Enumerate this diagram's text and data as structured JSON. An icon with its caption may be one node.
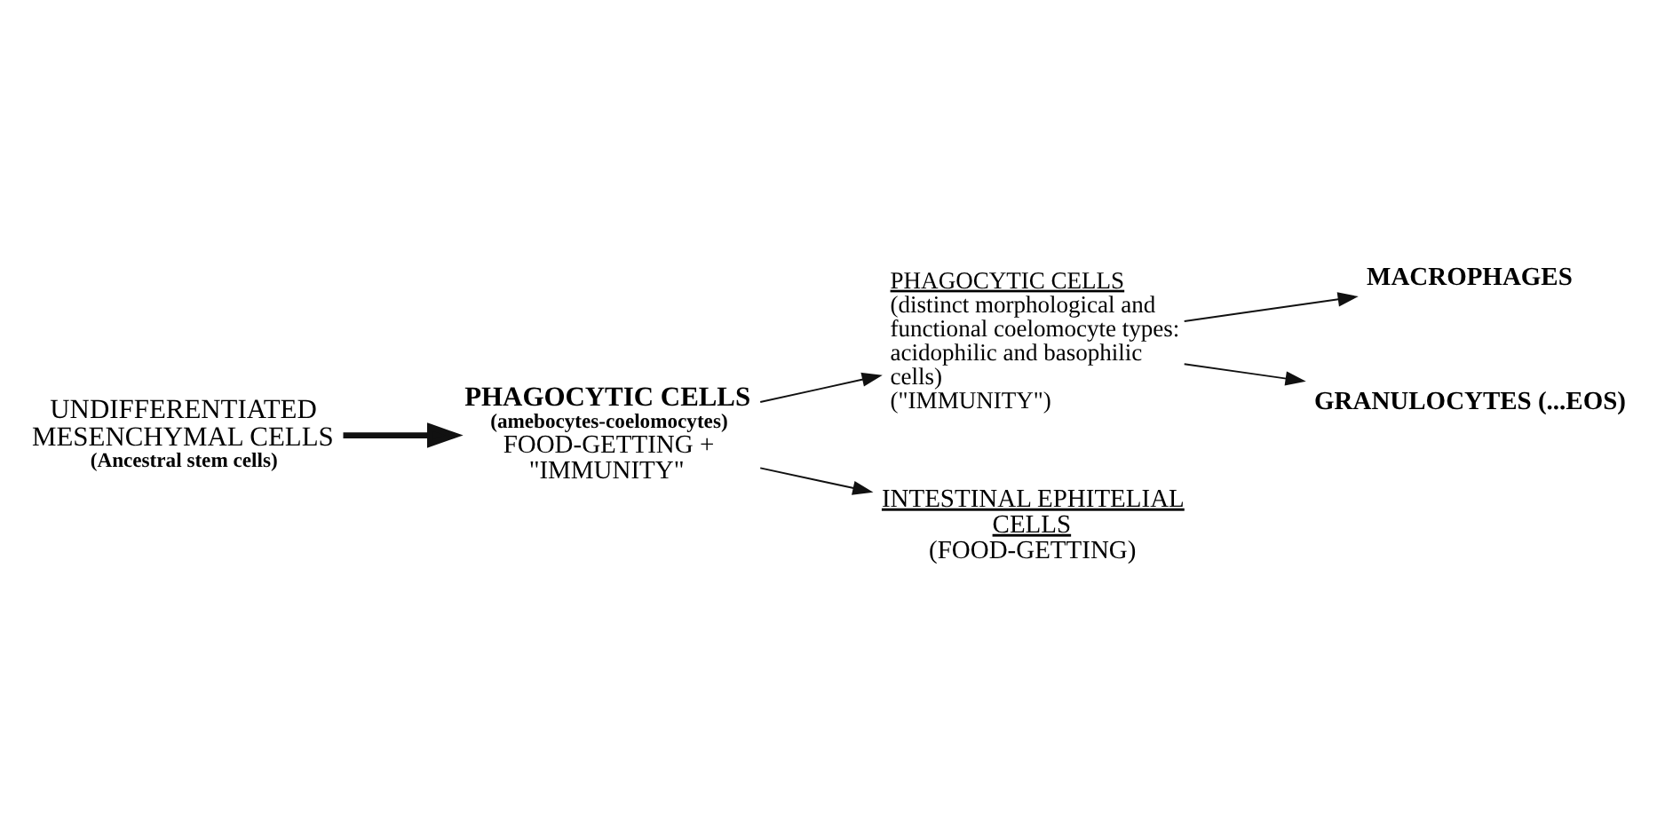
{
  "diagram": {
    "nodes": [
      {
        "text": [
          "UNDIFFERENTIATED MESENCHYMAL CELLS",
          "(Ancestral stem cells)"
        ]
      },
      {
        "text": [
          "PHAGOCYTIC CELLS",
          "(amebocytes-coelomocytes)",
          "FOOD-GETTING + \"IMMUNITY\""
        ]
      },
      {
        "text": [
          "PHAGOCYTIC CELLS",
          "(distinct morphological and functional coelomocyte types: acidophilic and basophilic cells)",
          "(\"IMMUNITY\")"
        ]
      },
      {
        "text": [
          "MACROPHAGES"
        ]
      },
      {
        "text": [
          "GRANULOCYTES (...EOS)"
        ]
      },
      {
        "text": [
          "INTESTINAL EPHITELIAL CELLS",
          "(FOOD-GETTING)"
        ]
      }
    ],
    "edges": [
      {
        "from": 0,
        "to": 1,
        "arrow": "to",
        "style": "thick"
      },
      {
        "from": 1,
        "to": 2,
        "arrow": "to"
      },
      {
        "from": 1,
        "to": 5,
        "arrow": "to"
      },
      {
        "from": 2,
        "to": 3,
        "arrow": "to"
      },
      {
        "from": 2,
        "to": 4,
        "arrow": "to"
      }
    ]
  }
}
